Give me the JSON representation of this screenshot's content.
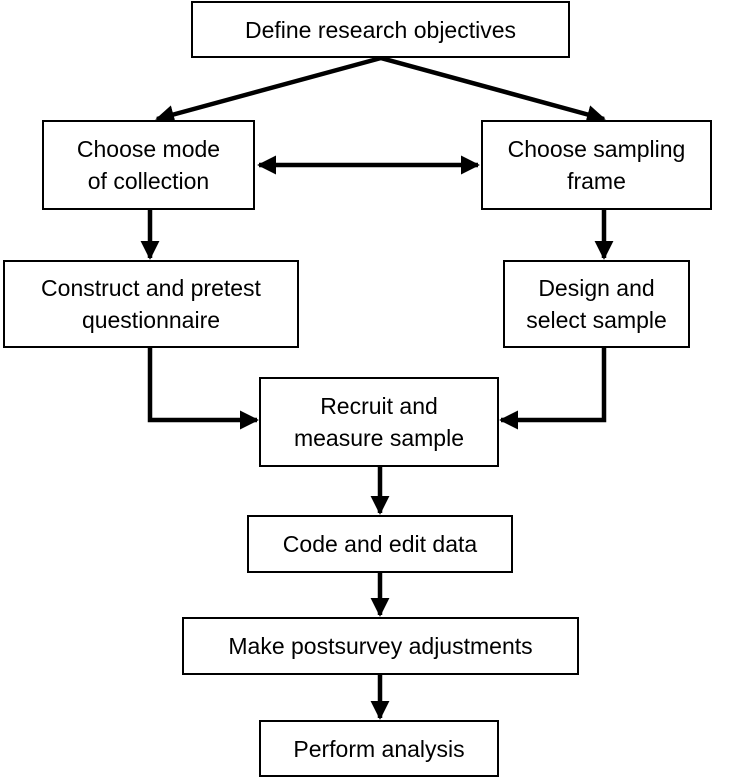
{
  "diagram": {
    "nodes": {
      "define_objectives": {
        "lines": [
          "Define research objectives"
        ]
      },
      "choose_mode": {
        "lines": [
          "Choose mode",
          "of collection"
        ]
      },
      "choose_frame": {
        "lines": [
          "Choose sampling",
          "frame"
        ]
      },
      "construct_questionnaire": {
        "lines": [
          "Construct and pretest",
          "questionnaire"
        ]
      },
      "design_sample": {
        "lines": [
          "Design and",
          "select sample"
        ]
      },
      "recruit_measure": {
        "lines": [
          "Recruit and",
          "measure sample"
        ]
      },
      "code_edit": {
        "lines": [
          "Code and edit data"
        ]
      },
      "postsurvey_adjust": {
        "lines": [
          "Make postsurvey adjustments"
        ]
      },
      "perform_analysis": {
        "lines": [
          "Perform analysis"
        ]
      }
    },
    "edges": [
      {
        "from": "define_objectives",
        "to": "choose_mode"
      },
      {
        "from": "define_objectives",
        "to": "choose_frame"
      },
      {
        "from": "choose_mode",
        "to": "choose_frame",
        "bidirectional": true
      },
      {
        "from": "choose_mode",
        "to": "construct_questionnaire"
      },
      {
        "from": "choose_frame",
        "to": "design_sample"
      },
      {
        "from": "construct_questionnaire",
        "to": "recruit_measure"
      },
      {
        "from": "design_sample",
        "to": "recruit_measure"
      },
      {
        "from": "recruit_measure",
        "to": "code_edit"
      },
      {
        "from": "code_edit",
        "to": "postsurvey_adjust"
      },
      {
        "from": "postsurvey_adjust",
        "to": "perform_analysis"
      }
    ],
    "colors": {
      "stroke": "#000000",
      "box_fill": "#ffffff",
      "text": "#000000"
    }
  }
}
